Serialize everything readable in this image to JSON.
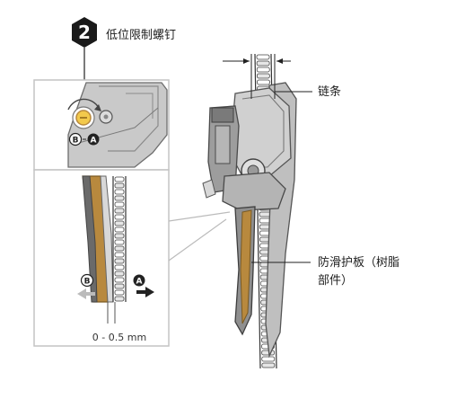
{
  "step": {
    "number": "2",
    "title": "低位限制螺钉"
  },
  "labels": {
    "chain": "链条",
    "guard_line1": "防滑护板（树脂",
    "guard_line2": "部件）"
  },
  "markers": {
    "b": "B",
    "a": "A"
  },
  "dimension": "0 - 0.5 mm",
  "colors": {
    "metal_dark": "#5a5a5a",
    "metal_mid": "#9a9a9a",
    "metal_light": "#d4d4d4",
    "resin": "#b8893e",
    "frame": "#bdbdbd"
  }
}
